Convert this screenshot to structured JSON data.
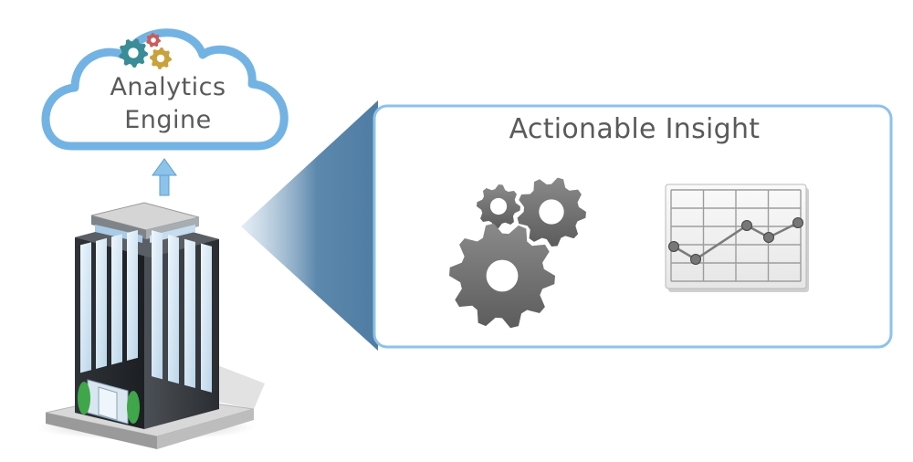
{
  "cloud": {
    "line1": "Analytics",
    "line2": "Engine",
    "icon": "gears-icon"
  },
  "panel": {
    "title": "Actionable Insight",
    "icons": [
      "gears-icon",
      "line-chart-icon"
    ]
  },
  "building": {
    "icon": "office-building-icon"
  },
  "colors": {
    "accent": "#6fb1e3",
    "text": "#5a5a5a",
    "gear": "#6b6b6b"
  }
}
